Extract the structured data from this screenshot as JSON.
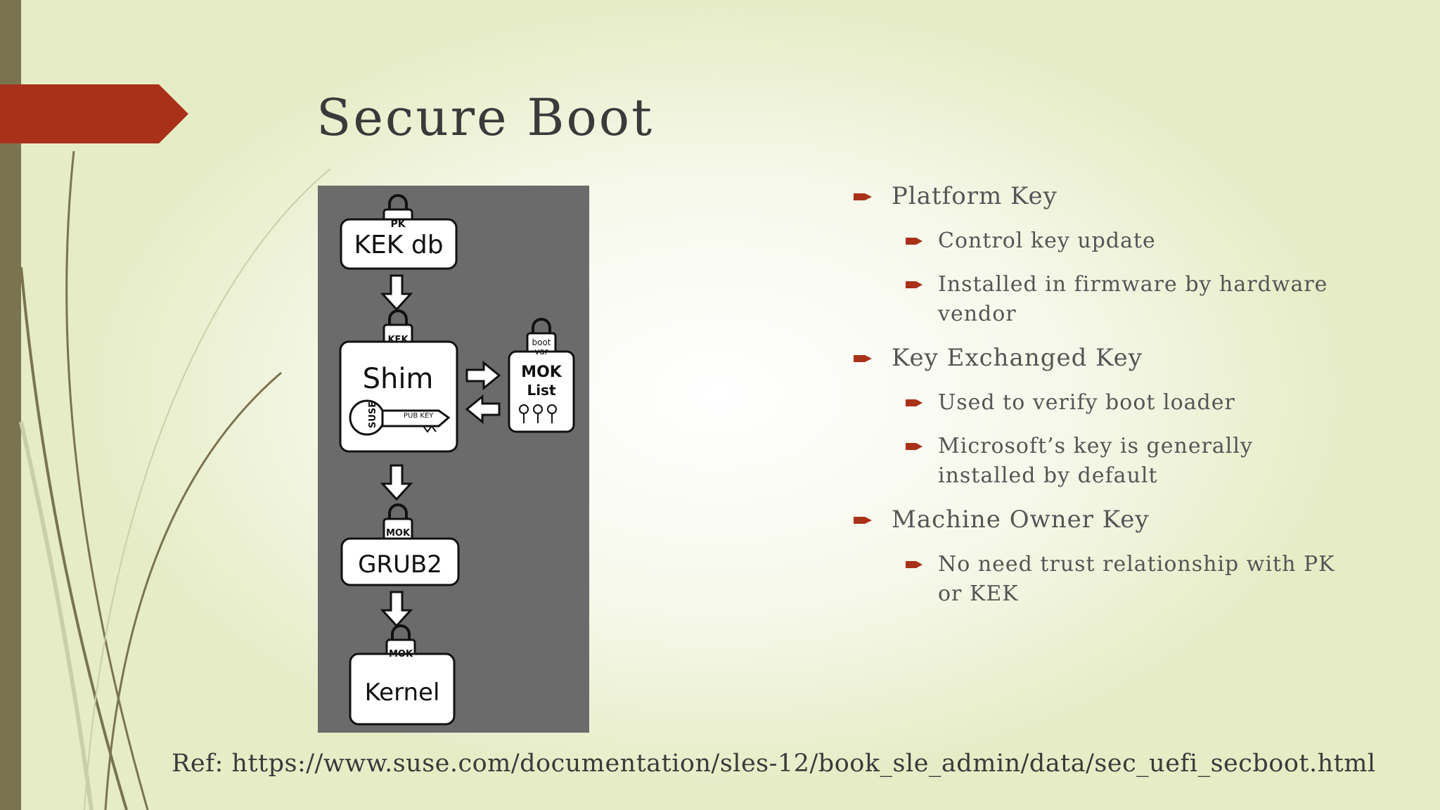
{
  "slide": {
    "title": "Secure Boot"
  },
  "diagram": {
    "lock_pk": "PK",
    "node_kek_db": "KEK db",
    "lock_kek": "KEK",
    "node_shim": "Shim",
    "key_vendor": "SUSE",
    "key_label": "PUB KEY",
    "lock_bootvar_1": "boot",
    "lock_bootvar_2": "var",
    "node_mok_1": "MOK",
    "node_mok_2": "List",
    "lock_mok_grub": "MOK",
    "node_grub2": "GRUB2",
    "lock_mok_kernel": "MOK",
    "node_kernel": "Kernel"
  },
  "bullets": [
    {
      "text": "Platform Key",
      "children": [
        "Control key update",
        "Installed in firmware by hardware",
        "vendor"
      ]
    },
    {
      "text": "Key Exchanged Key",
      "children": [
        "Used to verify boot loader",
        "Microsoft’s key is generally",
        "installed by default"
      ]
    },
    {
      "text": "Machine Owner Key",
      "children": [
        "No need trust relationship with PK",
        "or KEK"
      ]
    }
  ],
  "ref": "Ref: https://www.suse.com/documentation/sles-12/book_sle_admin/data/sec_uefi_secboot.html",
  "colors": {
    "accent": "#a93119",
    "sidebar": "#7a7350",
    "diagram_bg": "#6b6b6b"
  }
}
